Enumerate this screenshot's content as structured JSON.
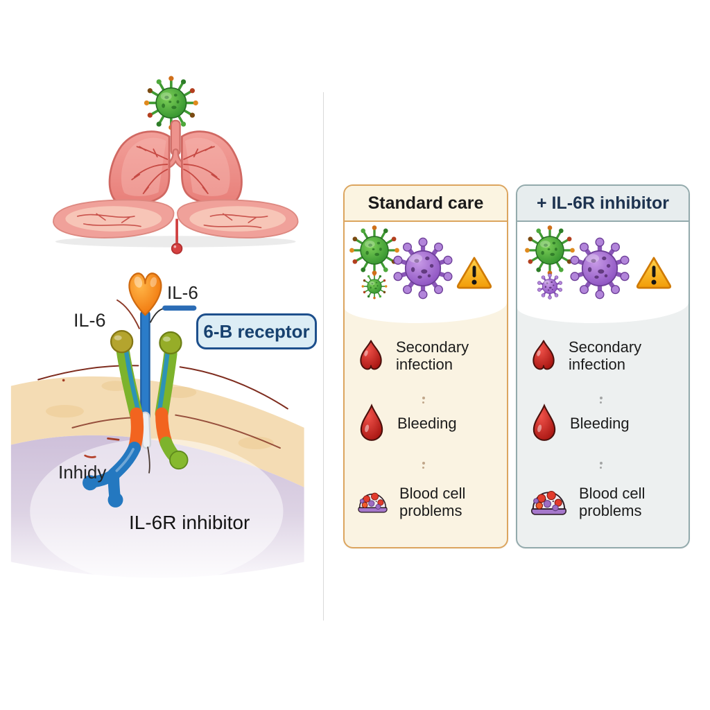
{
  "diagram": {
    "il6_top_label": "IL-6",
    "il6_left_label": "IL-6",
    "receptor_box_label": "6-B receptor",
    "inhibit_label": "Inhidy",
    "il6r_inhibitor_label": "IL-6R inhibitor"
  },
  "panels": [
    {
      "title": "Standard care",
      "items": [
        {
          "icon": "blood-drop-heart-icon",
          "label": "Secondary infection"
        },
        {
          "icon": "blood-drop-icon",
          "label": "Bleeding"
        },
        {
          "icon": "blood-cells-icon",
          "label": "Blood cell problems"
        }
      ]
    },
    {
      "title": "+ IL-6R inhibitor",
      "items": [
        {
          "icon": "blood-drop-heart-icon",
          "label": "Secondary infection"
        },
        {
          "icon": "blood-drop-icon",
          "label": "Bleeding"
        },
        {
          "icon": "blood-cells-icon",
          "label": "Blood cell problems"
        }
      ]
    }
  ],
  "colors": {
    "panel_standard_border": "#dca55f",
    "panel_standard_header_bg": "#fbf4e1",
    "panel_standard_body_bg": "#faf3e2",
    "panel_inhibitor_border": "#93aaac",
    "panel_inhibitor_header_bg": "#e7edee",
    "panel_inhibitor_body_bg": "#edf0f0",
    "panel_inhibitor_title_color": "#1d3350",
    "receptor_box_bg": "#dcedf5",
    "receptor_box_border": "#1d4f8c",
    "virus_green": "#4ea83c",
    "virus_purple": "#9c64c8",
    "warning_yellow": "#f5a623",
    "blood_red": "#cf2e2e",
    "membrane_beige": "#f4dcb4",
    "cell_lavender": "#cec0da",
    "lung_pink": "#f0a19a",
    "il6_orange": "#f5921e",
    "antibody_blue": "#2478c0",
    "receptor_green": "#7db32c"
  }
}
